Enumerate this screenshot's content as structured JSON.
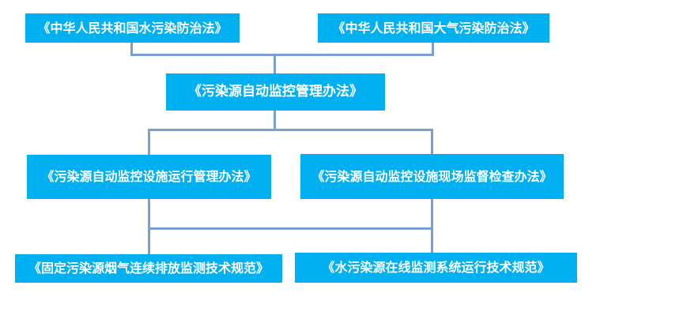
{
  "flowchart": {
    "description": "Hierarchy of Chinese pollution-source monitoring laws, measures and technical specifications",
    "nodes": [
      {
        "id": "law-water",
        "level": 1,
        "label": "《中华人民共和国水污染防治法》"
      },
      {
        "id": "law-air",
        "level": 1,
        "label": "《中华人民共和国大气污染防治法》"
      },
      {
        "id": "measures-auto-monitoring",
        "level": 2,
        "label": "《污染源自动监控管理办法》"
      },
      {
        "id": "measures-facility-operation",
        "level": 3,
        "label": "《污染源自动监控设施运行管理办法》"
      },
      {
        "id": "measures-onsite-inspection",
        "level": 3,
        "label": "《污染源自动监控设施现场监督检查办法》"
      },
      {
        "id": "spec-flue-gas-cems",
        "level": 4,
        "label": "《固定污染源烟气连续排放监测技术规范》"
      },
      {
        "id": "spec-water-online-monitoring",
        "level": 4,
        "label": "《水污染源在线监测系统运行技术规范》"
      }
    ],
    "edges": [
      {
        "from": "law-water",
        "to": "measures-auto-monitoring"
      },
      {
        "from": "law-air",
        "to": "measures-auto-monitoring"
      },
      {
        "from": "measures-auto-monitoring",
        "to": "measures-facility-operation"
      },
      {
        "from": "measures-auto-monitoring",
        "to": "measures-onsite-inspection"
      },
      {
        "from": "measures-facility-operation",
        "to": "spec-flue-gas-cems"
      },
      {
        "from": "measures-onsite-inspection",
        "to": "spec-water-online-monitoring"
      }
    ],
    "colors": {
      "node_fill": "#00b0f0",
      "node_text": "#ffffff",
      "connector": "#79a0d0",
      "background": "#ffffff"
    }
  }
}
